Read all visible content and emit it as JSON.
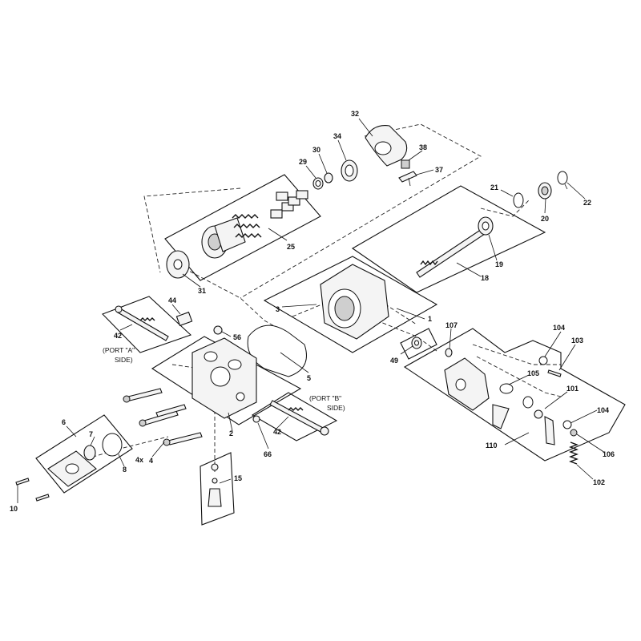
{
  "callouts": {
    "c1": "1",
    "c2": "2",
    "c3": "3",
    "c4": "4",
    "c4x": "4x",
    "c5": "5",
    "c6": "6",
    "c7": "7",
    "c8": "8",
    "c10": "10",
    "c15": "15",
    "c18": "18",
    "c19": "19",
    "c20": "20",
    "c21": "21",
    "c22": "22",
    "c25": "25",
    "c29": "29",
    "c30": "30",
    "c31": "31",
    "c32": "32",
    "c34": "34",
    "c37": "37",
    "c38": "38",
    "c42a": "42",
    "c42b": "42",
    "c44": "44",
    "c49": "49",
    "c56": "56",
    "c66": "66",
    "c101": "101",
    "c102": "102",
    "c103": "103",
    "c104a": "104",
    "c104b": "104",
    "c105": "105",
    "c106": "106",
    "c107": "107",
    "c110": "110"
  },
  "notes": {
    "port_a_line1": "(PORT \"A\"",
    "port_a_line2": "SIDE)",
    "port_b_line1": "(PORT \"B\"",
    "port_b_line2": "SIDE)"
  }
}
